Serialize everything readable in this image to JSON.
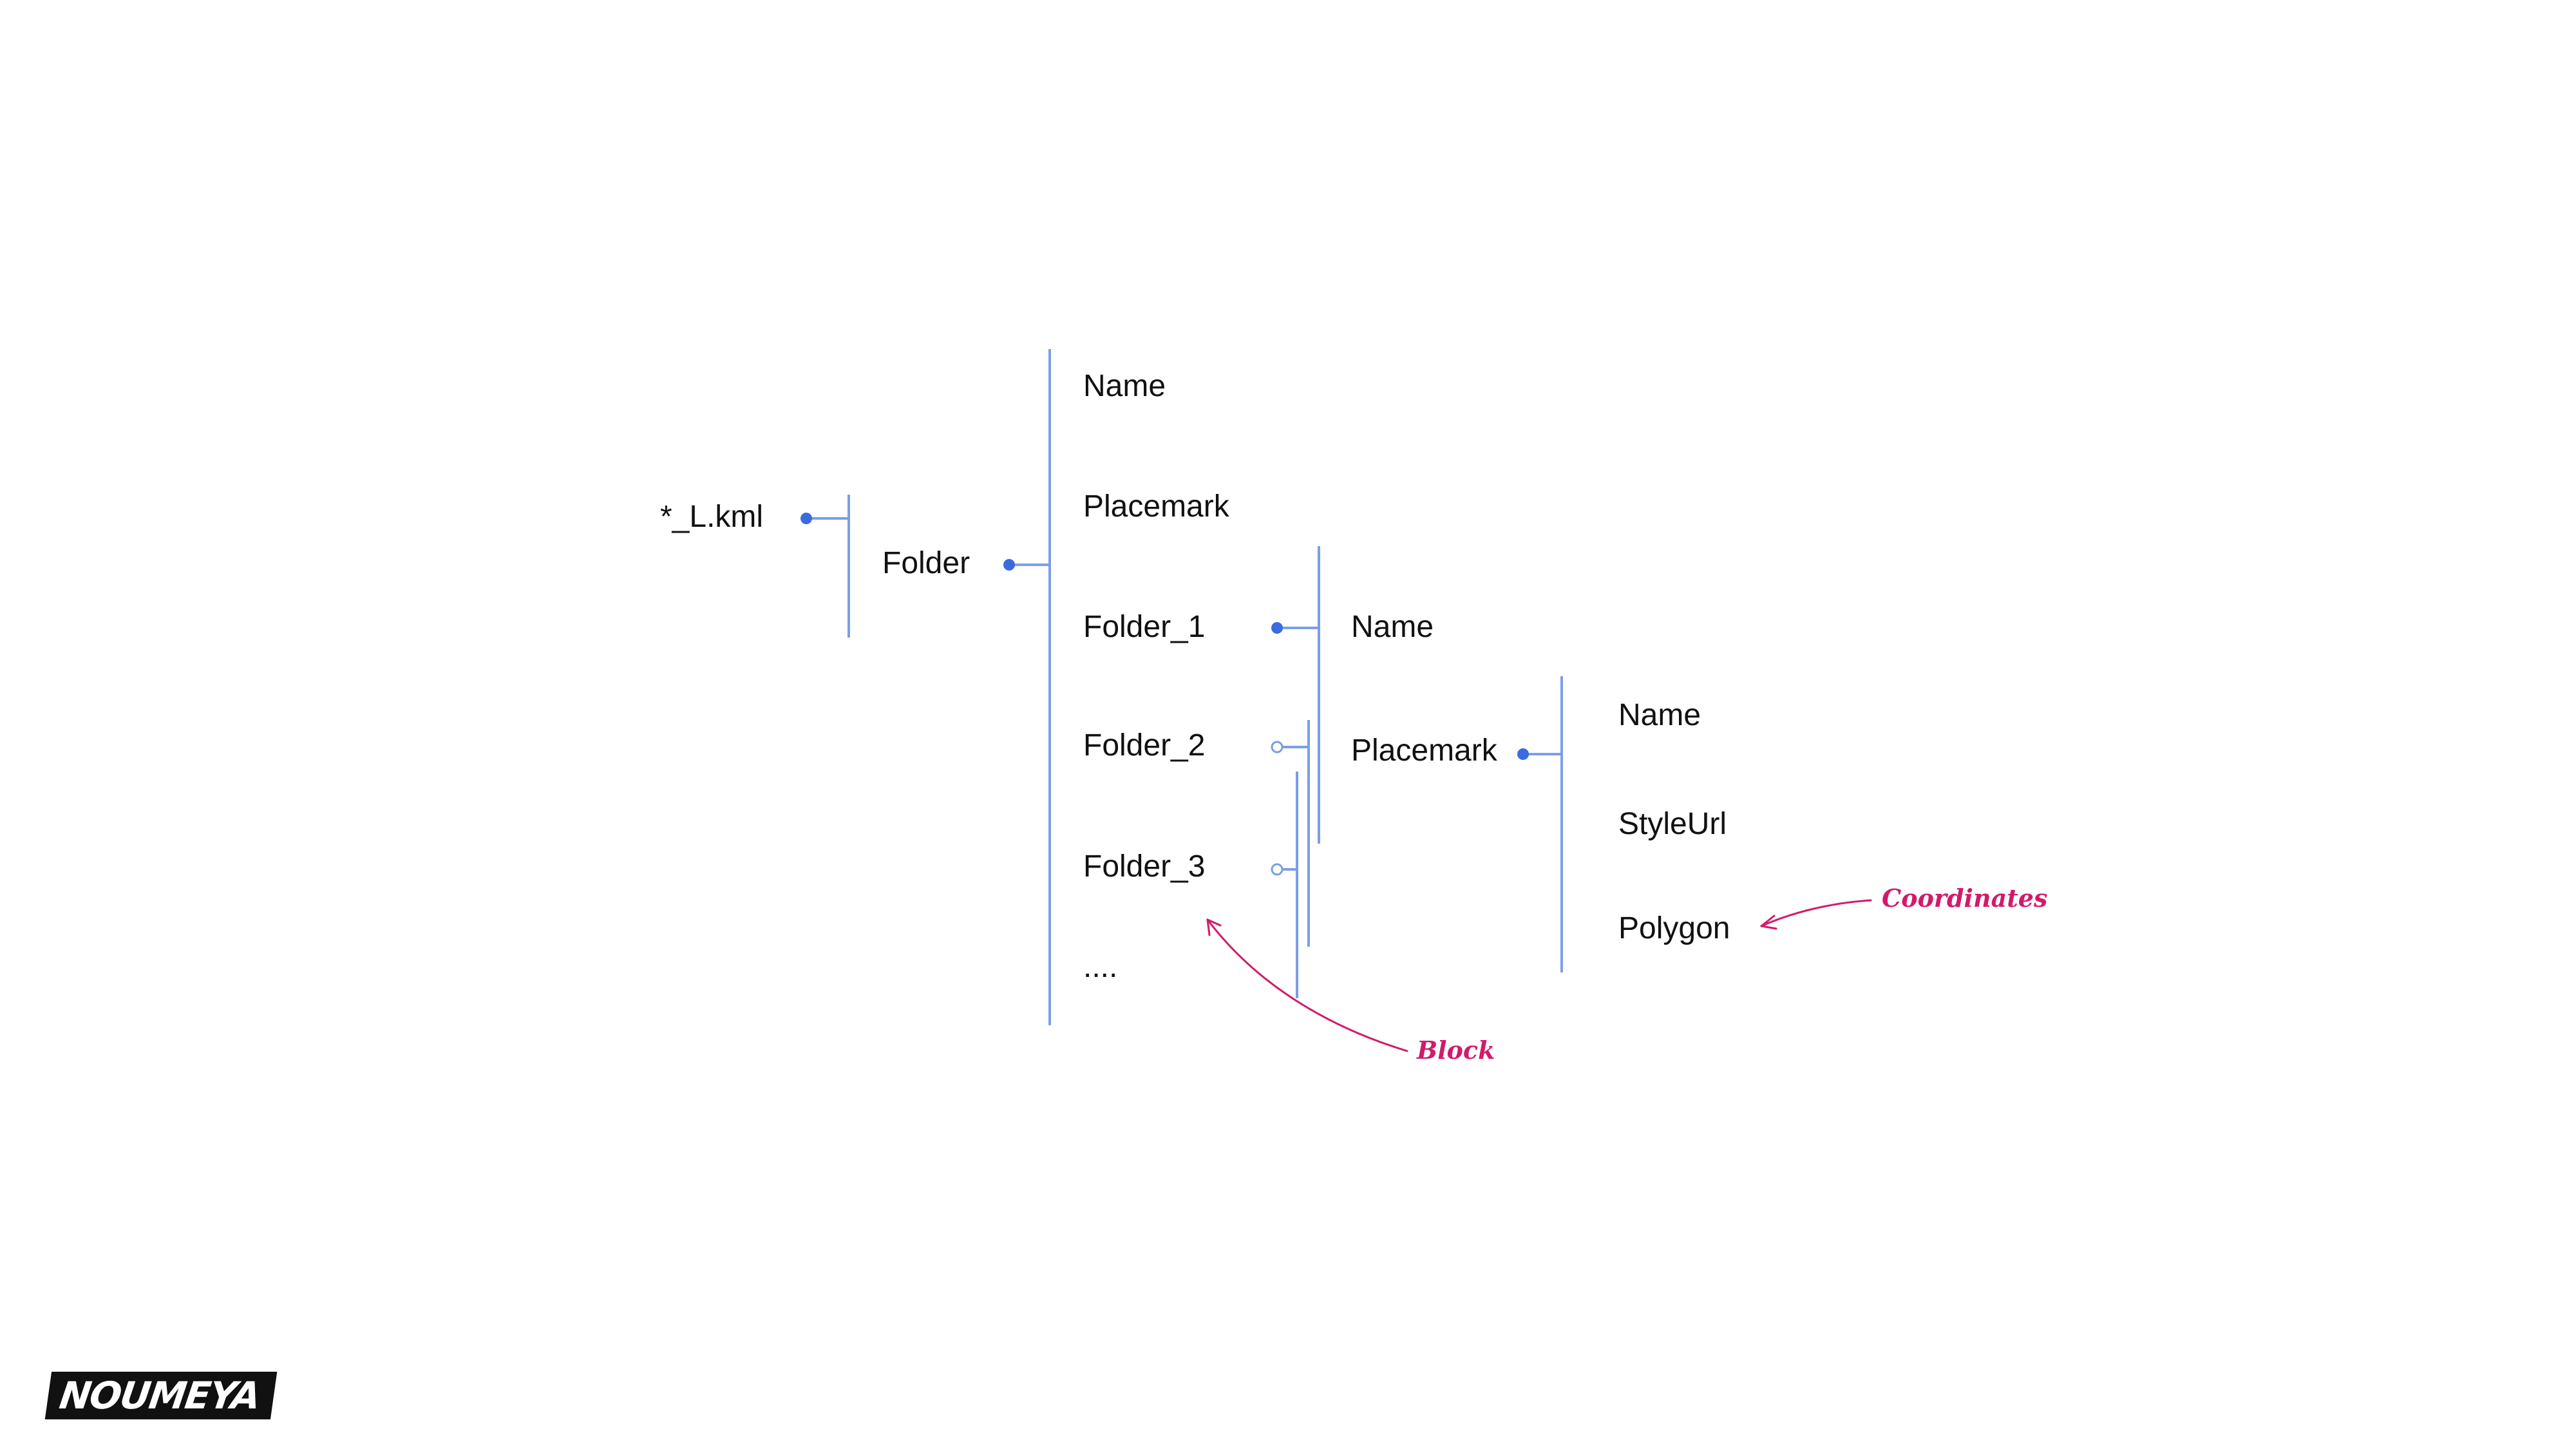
{
  "colors": {
    "line": "#7b9ee6",
    "dot": "#3b6be0",
    "annotation": "#d21a6a",
    "text": "#111111"
  },
  "nodes": {
    "root": "*_L.kml",
    "folder": "Folder",
    "folder_children": [
      "Name",
      "Placemark",
      "Folder_1",
      "Folder_2",
      "Folder_3",
      "...."
    ],
    "folder1_children": [
      "Name",
      "Placemark"
    ],
    "placemark_children": [
      "Name",
      "StyleUrl",
      "Polygon"
    ]
  },
  "annotations": {
    "block": "Block",
    "coordinates": "Coordinates"
  },
  "logo": "NOUMEYA"
}
